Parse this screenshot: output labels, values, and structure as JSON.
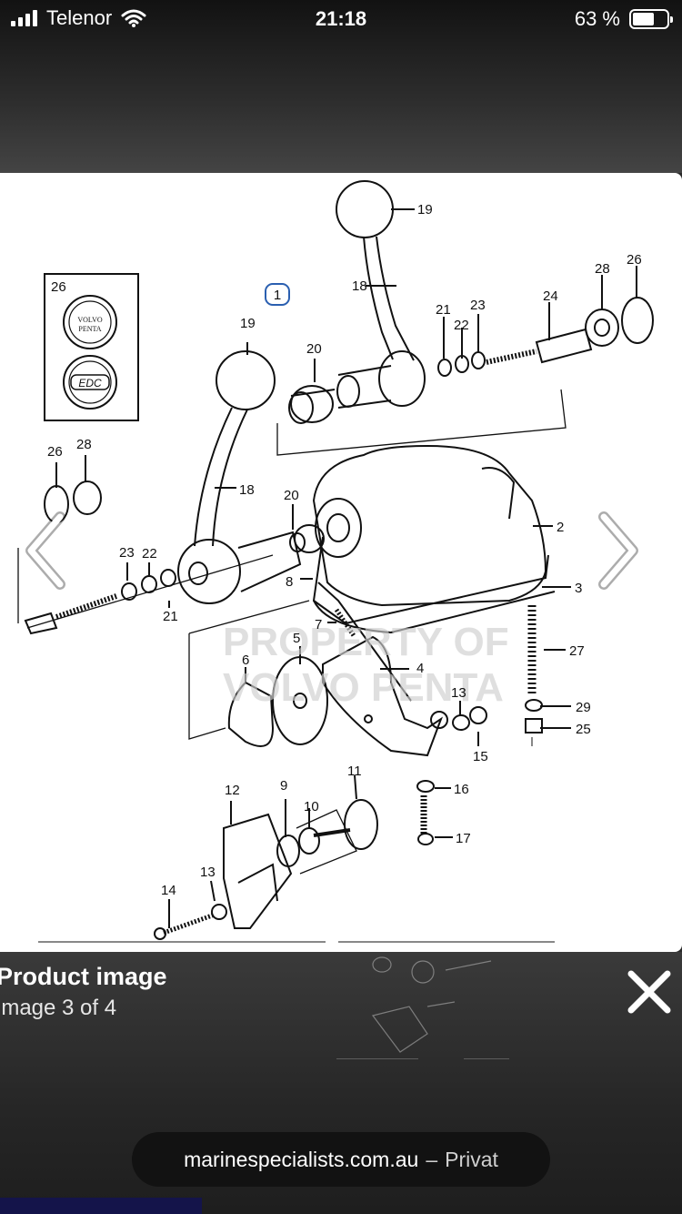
{
  "status_bar": {
    "carrier": "Telenor",
    "time": "21:18",
    "battery": "63 %",
    "battery_level": 0.63
  },
  "viewer": {
    "caption_title": "Product image",
    "caption_subtitle": "image 3 of 4",
    "prev_icon": "chevron-left-icon",
    "next_icon": "chevron-right-icon",
    "close_icon": "close-icon"
  },
  "diagram": {
    "inset_callout": "26",
    "inset_logo_text": [
      "VOLVO",
      "PENTA"
    ],
    "inset_badge_text": "EDC",
    "watermark": [
      "PROPERTY OF",
      "VOLVO PENTA"
    ],
    "boxed_label": "1",
    "part_labels": [
      "19",
      "18",
      "21",
      "22",
      "23",
      "24",
      "28",
      "26",
      "20",
      "2",
      "3",
      "8",
      "7",
      "5",
      "4",
      "6",
      "27",
      "13",
      "29",
      "25",
      "15",
      "16",
      "17",
      "12",
      "9",
      "10",
      "11",
      "14"
    ]
  },
  "url_bar": {
    "domain": "marinespecialists.com.au",
    "separator": "–",
    "mode": "Privat"
  }
}
